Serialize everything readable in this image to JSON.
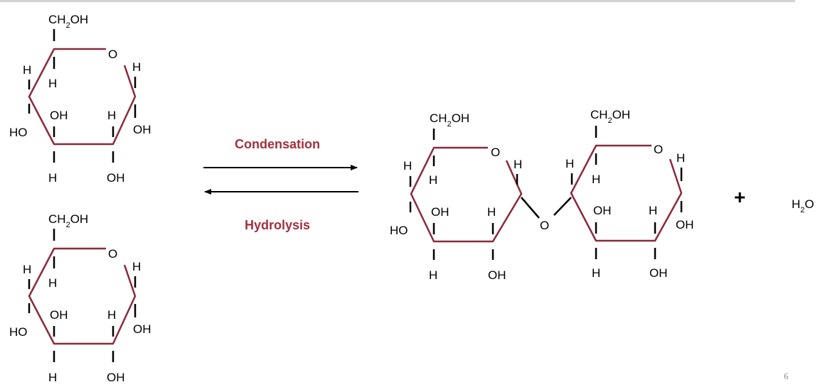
{
  "labels": {
    "ch2oh": "CH2OH",
    "o": "O",
    "h": "H",
    "oh": "OH",
    "ho": "HO",
    "h2o": "H2O"
  },
  "process": {
    "forward": "Condensation",
    "reverse": "Hydrolysis"
  },
  "plus": "+",
  "page_number": "6",
  "colors": {
    "ring": "#8b2a3a",
    "process_text": "#a3303d"
  }
}
